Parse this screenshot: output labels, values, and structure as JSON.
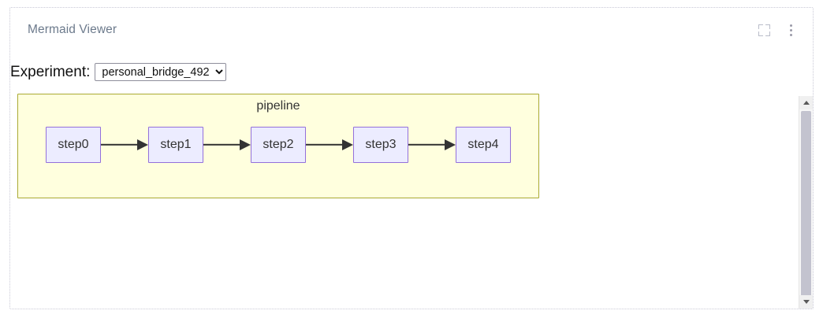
{
  "card": {
    "title": "Mermaid Viewer",
    "actions": [
      {
        "name": "expand-icon",
        "label": "Expand"
      },
      {
        "name": "kebab-menu-icon",
        "label": "More options"
      }
    ]
  },
  "controls": {
    "experiment_label": "Experiment:",
    "experiment_selected": "personal_bridge_492",
    "experiment_options": [
      "personal_bridge_492"
    ]
  },
  "diagram": {
    "type": "flowchart",
    "direction": "LR",
    "subgraph_title": "pipeline",
    "nodes": [
      {
        "id": "step0",
        "label": "step0"
      },
      {
        "id": "step1",
        "label": "step1"
      },
      {
        "id": "step2",
        "label": "step2"
      },
      {
        "id": "step3",
        "label": "step3"
      },
      {
        "id": "step4",
        "label": "step4"
      }
    ],
    "edges": [
      {
        "from": "step0",
        "to": "step1"
      },
      {
        "from": "step1",
        "to": "step2"
      },
      {
        "from": "step2",
        "to": "step3"
      },
      {
        "from": "step3",
        "to": "step4"
      }
    ],
    "colors": {
      "subgraph_fill": "#ffffde",
      "subgraph_stroke": "#aaaa33",
      "node_fill": "#ececff",
      "node_stroke": "#9370db",
      "edge_stroke": "#333333",
      "text": "#333333",
      "title_text": "#6c7a8c"
    }
  },
  "scrollbar": {
    "up_label": "Scroll up",
    "down_label": "Scroll down"
  }
}
